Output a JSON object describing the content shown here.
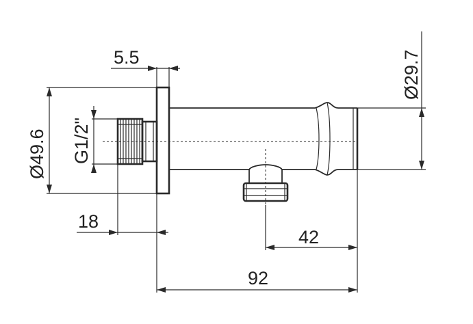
{
  "drawing": {
    "dimensions": {
      "flange_thickness": "5.5",
      "flange_diameter": "Ø49.6",
      "thread_size": "G1/2\"",
      "thread_length": "18",
      "outlet_offset": "42",
      "overall_length": "92",
      "tube_diameter": "Ø29.7"
    }
  }
}
